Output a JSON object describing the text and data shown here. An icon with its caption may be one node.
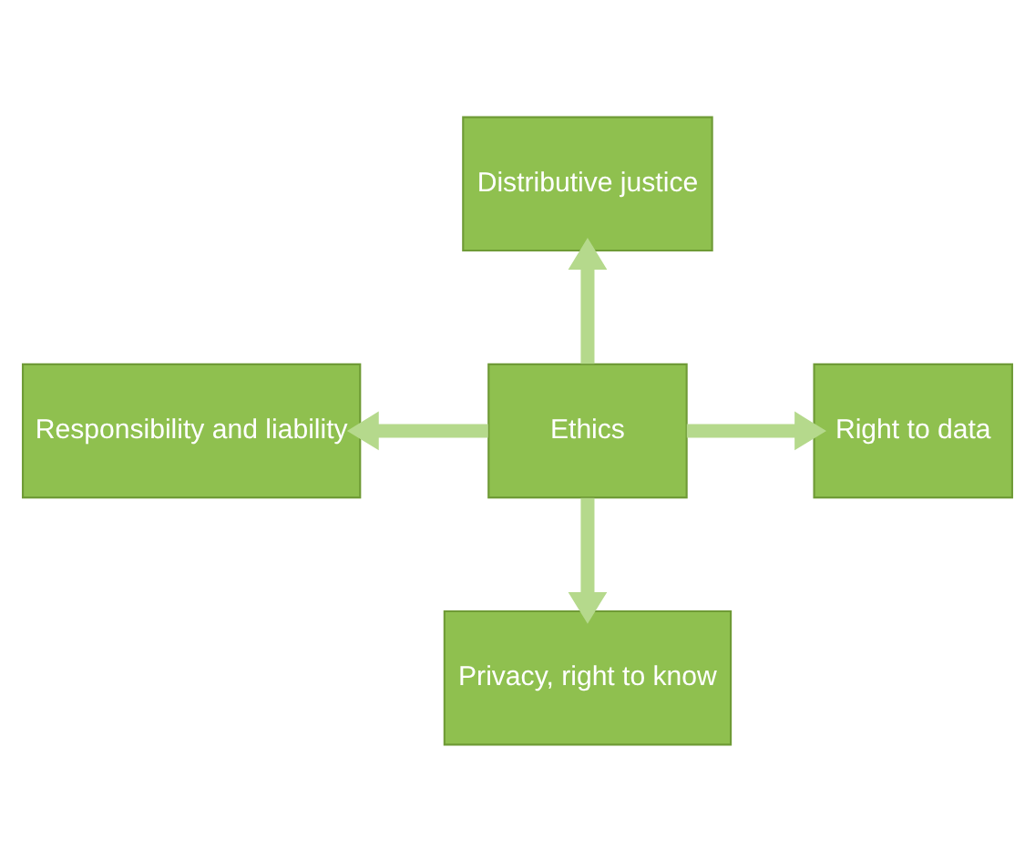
{
  "diagram": {
    "nodes": [
      {
        "text": [
          "Ethics"
        ]
      },
      {
        "text": [
          "Distributive justice"
        ]
      },
      {
        "text": [
          "Responsibility and liability"
        ]
      },
      {
        "text": [
          "Right to data"
        ]
      },
      {
        "text": [
          "Privacy, right to know"
        ]
      }
    ],
    "edges": [
      {
        "from": 0,
        "to": 1,
        "arrow": "to"
      },
      {
        "from": 0,
        "to": 2,
        "arrow": "to"
      },
      {
        "from": 0,
        "to": 3,
        "arrow": "to"
      },
      {
        "from": 0,
        "to": 4,
        "arrow": "to"
      }
    ]
  }
}
